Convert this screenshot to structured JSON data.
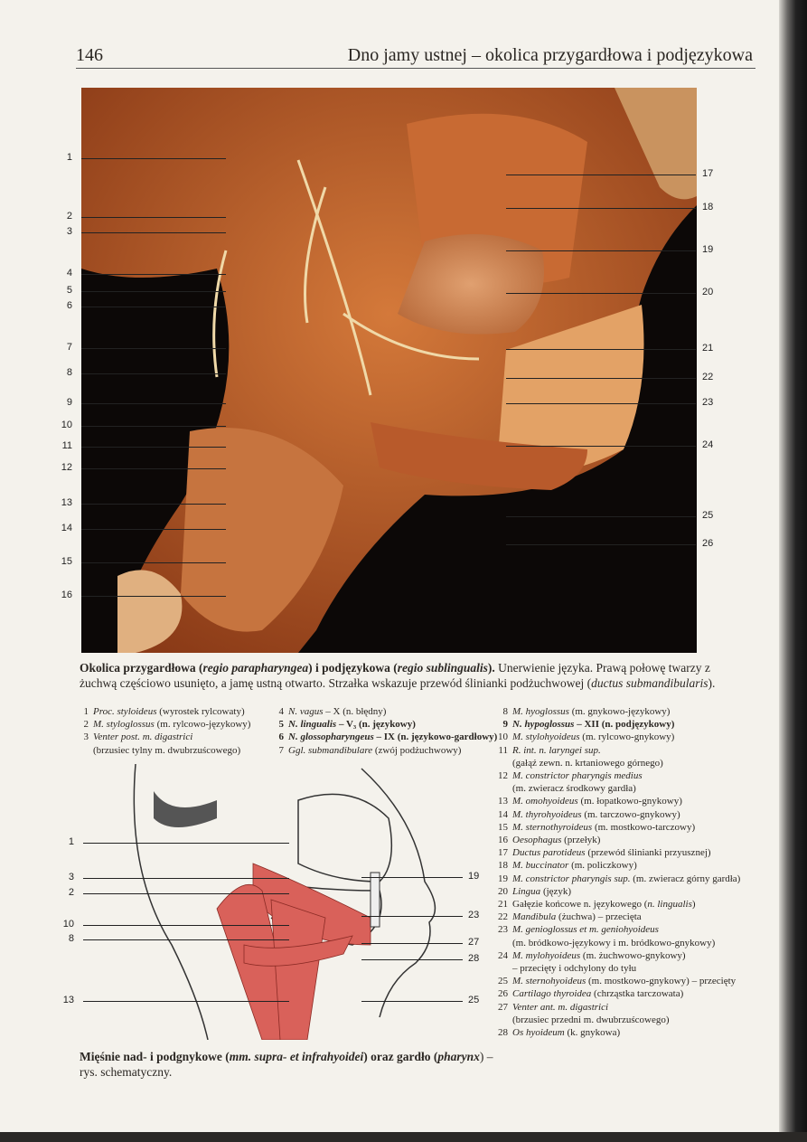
{
  "header": {
    "page_number": "146",
    "title": "Dno jamy ustnej – okolica przygardłowa i podjęzykowa"
  },
  "photo": {
    "left_labels": [
      "1",
      "2",
      "3",
      "4",
      "5",
      "6",
      "7",
      "8",
      "9",
      "10",
      "11",
      "12",
      "13",
      "14",
      "15",
      "16"
    ],
    "right_labels": [
      "17",
      "18",
      "19",
      "20",
      "21",
      "22",
      "23",
      "24",
      "25",
      "26"
    ]
  },
  "caption": {
    "part1": "Okolica przygardłowa (",
    "it1": "regio parapharyngea",
    "part2": ") i podjęzykowa (",
    "it2": "regio sublingualis",
    "part3": ").",
    "rest": " Unerwienie języka. Prawą połowę twarzy z żuchwą częściowo usunięto, a jamę ustną otwarto. Strzałka wskazuje przewód ślinianki podżuchwowej (",
    "it3": "ductus submandibularis",
    "end": ")."
  },
  "legend": {
    "col1": [
      {
        "n": "1",
        "latin": "Proc. styloideus",
        "pl": " (wyrostek rylcowaty)"
      },
      {
        "n": "2",
        "latin": "M. styloglossus",
        "pl": " (m. rylcowo-językowy)"
      },
      {
        "n": "3",
        "latin": "Venter post. m. digastrici",
        "pl": "",
        "cont": "(brzusiec tylny m. dwubrzuścowego)"
      }
    ],
    "col2": [
      {
        "n": "4",
        "latin": "N. vagus",
        "pl": " – X (n. błędny)"
      },
      {
        "n": "5",
        "latin": "N. lingualis",
        "pl": " – V₃ (n. językowy)",
        "bold": true
      },
      {
        "n": "6",
        "latin": "N. glossopharyngeus",
        "pl": " – IX (n. językowo-gardłowy)",
        "bold": true
      },
      {
        "n": "7",
        "latin": "Ggl. submandibulare",
        "pl": " (zwój podżuchwowy)"
      }
    ],
    "col3": [
      {
        "n": "8",
        "latin": "M. hyoglossus",
        "pl": " (m. gnykowo-językowy)"
      },
      {
        "n": "9",
        "latin": "N. hypoglossus",
        "pl": " – XII (n. podjęzykowy)",
        "bold": true
      },
      {
        "n": "10",
        "latin": "M. stylohyoideus",
        "pl": " (m. rylcowo-gnykowy)"
      },
      {
        "n": "11",
        "latin": "R. int. n. laryngei sup.",
        "pl": "",
        "cont": "(gałąź zewn. n. krtaniowego górnego)"
      },
      {
        "n": "12",
        "latin": "M. constrictor pharyngis medius",
        "pl": "",
        "cont": "(m. zwieracz środkowy gardła)"
      },
      {
        "n": "13",
        "latin": "M. omohyoideus",
        "pl": " (m. łopatkowo-gnykowy)"
      },
      {
        "n": "14",
        "latin": "M. thyrohyoideus",
        "pl": " (m. tarczowo-gnykowy)"
      },
      {
        "n": "15",
        "latin": "M. sternothyroideus",
        "pl": " (m. mostkowo-tarczowy)"
      },
      {
        "n": "16",
        "latin": "Oesophagus",
        "pl": " (przełyk)"
      },
      {
        "n": "17",
        "latin": "Ductus parotideus",
        "pl": " (przewód ślinianki przyusznej)"
      },
      {
        "n": "18",
        "latin": "M. buccinator",
        "pl": " (m. policzkowy)"
      },
      {
        "n": "19",
        "latin": "M. constrictor pharyngis sup.",
        "pl": " (m. zwieracz górny gardła)"
      },
      {
        "n": "20",
        "latin": "Lingua",
        "pl": " (język)"
      },
      {
        "n": "21",
        "latin": "",
        "pl": "Gałęzie końcowe n. językowego (",
        "latin2": "n. lingualis",
        "pl2": ")"
      },
      {
        "n": "22",
        "latin": "Mandibula",
        "pl": " (żuchwa) – przecięta"
      },
      {
        "n": "23",
        "latin": "M. genioglossus et m. geniohyoideus",
        "pl": "",
        "cont": "(m. bródkowo-językowy i m. bródkowo-gnykowy)"
      },
      {
        "n": "24",
        "latin": "M. mylohyoideus",
        "pl": " (m. żuchwowo-gnykowy)",
        "cont": "– przecięty i odchylony do tyłu"
      },
      {
        "n": "25",
        "latin": "M. sternohyoideus",
        "pl": " (m. mostkowo-gnykowy) – przecięty"
      },
      {
        "n": "26",
        "latin": "Cartilago thyroidea",
        "pl": " (chrząstka tarczowata)"
      },
      {
        "n": "27",
        "latin": "Venter ant. m. digastrici",
        "pl": "",
        "cont": "(brzusiec przedni m. dwubrzuścowego)"
      },
      {
        "n": "28",
        "latin": "Os hyoideum",
        "pl": " (k. gnykowa)"
      }
    ]
  },
  "diagram": {
    "left_labels": [
      "1",
      "3",
      "2",
      "10",
      "8",
      "13"
    ],
    "right_labels": [
      "19",
      "23",
      "27",
      "28",
      "25"
    ]
  },
  "caption2": {
    "part1": "Mięśnie nad- i podgnykowe (",
    "it1": "mm. supra- et infrahyoidei",
    "part2": ") oraz gardło (",
    "it2": "pharynx",
    "rest": ") – rys. schematyczny."
  }
}
